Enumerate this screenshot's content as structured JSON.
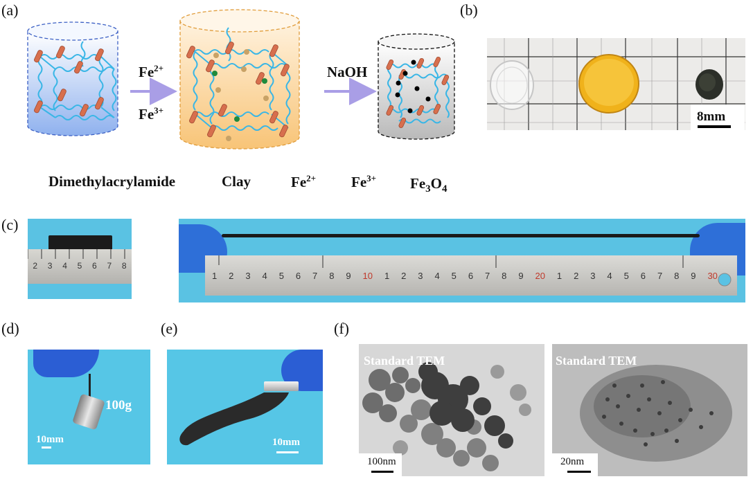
{
  "panels": {
    "a": "(a)",
    "b": "(b)",
    "c": "(c)",
    "d": "(d)",
    "e": "(e)",
    "f": "(f)"
  },
  "scheme": {
    "arrow1_top_ion": "Fe",
    "arrow1_top_charge": "2+",
    "arrow1_bottom_ion": "Fe",
    "arrow1_bottom_charge": "3+",
    "arrow2_label": "NaOH"
  },
  "legend": {
    "dma": "Dimethylacrylamide",
    "clay": "Clay",
    "fe2_ion": "Fe",
    "fe2_charge": "2+",
    "fe3_ion": "Fe",
    "fe3_charge": "3+",
    "fe3o4_a": "Fe",
    "fe3o4_sub1": "3",
    "fe3o4_b": "O",
    "fe3o4_sub2": "4"
  },
  "photo_b": {
    "scale": "8mm"
  },
  "ruler_short": {
    "ticks": [
      "2",
      "3",
      "4",
      "5",
      "6",
      "7",
      "8"
    ]
  },
  "ruler_long": {
    "ticks": [
      "1",
      "2",
      "3",
      "4",
      "5",
      "6",
      "7",
      "8",
      "9",
      "10",
      "1",
      "2",
      "3",
      "4",
      "5",
      "6",
      "7",
      "8",
      "9",
      "20",
      "1",
      "2",
      "3",
      "4",
      "5",
      "6",
      "7",
      "8",
      "9",
      "30"
    ]
  },
  "photo_d": {
    "weight": "100g",
    "scale": "10mm"
  },
  "photo_e": {
    "scale": "10mm"
  },
  "tem": {
    "left_title": "Standard TEM",
    "left_scale": "100nm",
    "right_title": "Standard TEM",
    "right_scale": "20nm"
  },
  "colors": {
    "arrow": "#a99ee6",
    "dma": "#39b6e6",
    "clay": "#d76f4e",
    "fe2": "#1f8a3c",
    "fe3": "#c8a266",
    "fe3o4": "#000000",
    "blue_bg": "#56c6e6"
  }
}
